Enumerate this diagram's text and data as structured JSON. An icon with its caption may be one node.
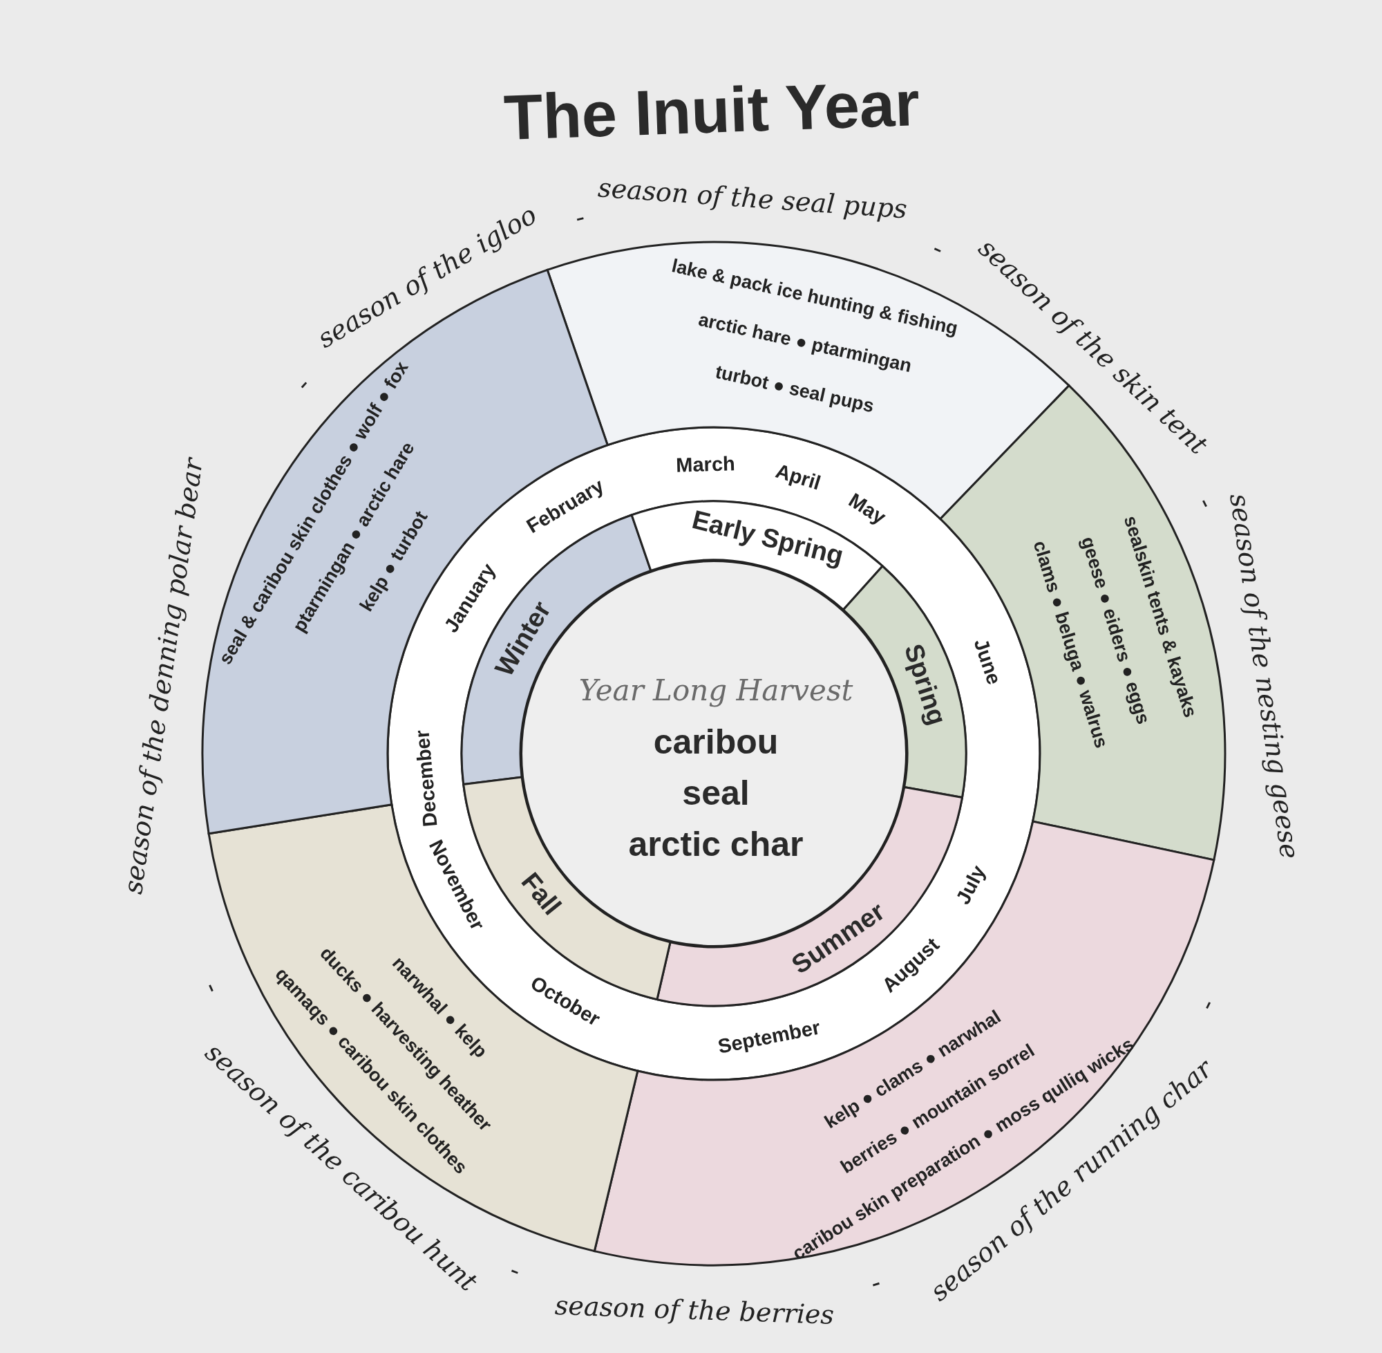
{
  "diagram": {
    "title": "The Inuit Year",
    "nodes": [
      {
        "text": [
          "lake & pack ice hunting & fishing",
          "arctic hare ● ptarmingan",
          "turbot ● seal pups"
        ]
      },
      {
        "text": [
          "sealskin tents & kayaks",
          "geese ● eiders ● eggs",
          "clams ● beluga ● walrus"
        ]
      },
      {
        "text": [
          "kelp ● clams ● narwhal",
          "berries ● mountain sorrel",
          "caribou skin preparation ● moss qulliq wicks"
        ]
      },
      {
        "text": [
          "narwhal ● kelp",
          "ducks ● harvesting heather",
          "qamaqs ● caribou skin clothes"
        ]
      },
      {
        "text": [
          "seal & caribou skin clothes ● wolf ● fox",
          "ptarmingan ● arctic hare",
          "kelp ● turbot"
        ]
      },
      {
        "text": [
          "Winter"
        ]
      },
      {
        "text": [
          "Early Spring"
        ]
      },
      {
        "text": [
          "Spring"
        ]
      },
      {
        "text": [
          "Summer"
        ]
      },
      {
        "text": [
          "Fall"
        ]
      },
      {
        "text": [
          "Year Long Harvest",
          "caribou",
          "seal",
          "arctic char"
        ]
      }
    ],
    "labels": [
      "January",
      "February",
      "March",
      "April",
      "May",
      "June",
      "July",
      "August",
      "September",
      "October",
      "November",
      "December",
      "season of the igloo",
      "-",
      "season of the seal pups",
      "-",
      "season of the skin tent",
      "-",
      "season of the nesting geese",
      "-",
      "season of the running char",
      "-",
      "season of the berries",
      "-",
      "season of the caribou hunt",
      "-",
      "season of the denning polar bear",
      "-"
    ]
  }
}
